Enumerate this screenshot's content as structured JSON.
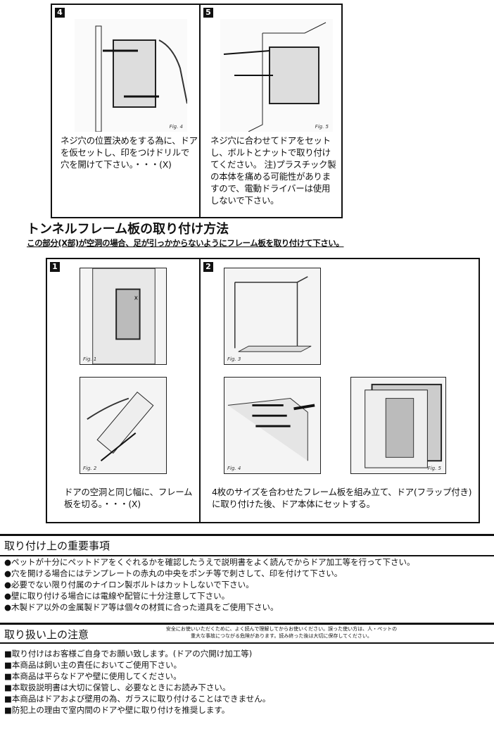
{
  "top_steps": [
    {
      "num": "4",
      "fig": "Fig. 4",
      "text": "ネジ穴の位置決めをする為に、ドアを仮セットし、印をつけドリルで穴を開けて下さい。・・・(X)"
    },
    {
      "num": "5",
      "fig": "Fig. 5",
      "text": "ネジ穴に合わせてドアをセットし、ボルトとナットで取り付けてください。 注)プラスチック製の本体を痛める可能性がありますので、電動ドライバーは使用しないで下さい。"
    }
  ],
  "tunnel": {
    "title": "トンネルフレーム板の取り付け方法",
    "subtitle": "この部分(X部)が空洞の場合、足が引っかからないようにフレーム板を取り付けて下さい。",
    "step1": {
      "num": "1",
      "fig_a": "Fig. 1",
      "fig_b": "Fig. 2",
      "text": "ドアの空洞と同じ幅に、フレーム板を切る。・・・(X)"
    },
    "step2": {
      "num": "2",
      "fig_a": "Fig. 3",
      "fig_b": "Fig. 4",
      "fig_c": "Fig. 5",
      "text": "4枚のサイズを合わせたフレーム板を組み立て、ドア(フラップ付き)に取り付けた後、ドア本体にセットする。"
    }
  },
  "important": {
    "title": "取り付け上の重要事項",
    "items": [
      "●ペットが十分にペットドアをくぐれるかを確認したうえで説明書をよく読んでからドア加工等を行って下さい。",
      "●穴を開ける場合にはテンプレートの赤丸の中央をポンチ等で刺さして、印を付けて下さい。",
      "●必要でない限り付属のナイロン製ボルトはカットしないで下さい。",
      "●壁に取り付ける場合には電線や配管に十分注意して下さい。",
      "●木製ドア以外の金属製ドア等は個々の材質に合った道具をご使用下さい。"
    ]
  },
  "handling": {
    "title": "取り扱い上の注意",
    "note_line1": "安全にお使いいただくために、よく読んで理解してからお使いください。誤った使い方は、人・ペットの",
    "note_line2": "重大な事故につながる危険があります。読み終った後は大切に保存してください。",
    "items": [
      "■取り付けはお客様ご自身でお願い致します。(ドアの穴開け加工等)",
      "■本商品は飼い主の責任においてご使用下さい。",
      "■本商品は平らなドアや壁に使用してください。",
      "■本取扱説明書は大切に保管し、必要なときにお読み下さい。",
      "■本商品はドアおよび壁用の為、ガラスに取り付けることはできません。",
      "■防犯上の理由で室内間のドアや壁に取り付けを推奨します。"
    ]
  }
}
